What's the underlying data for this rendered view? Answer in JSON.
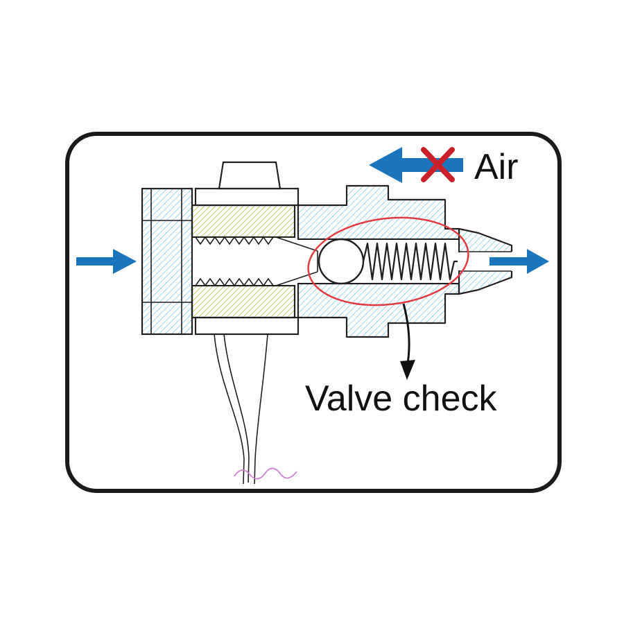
{
  "labels": {
    "air": "Air",
    "valve_check": "Valve check"
  },
  "colors": {
    "frame_black": "#1a1a1a",
    "outline_black": "#231f20",
    "flow_arrow_blue": "#1b75bc",
    "blocked_x_red": "#cb2027",
    "highlight_ellipse_red": "#e23a40",
    "hatch_cyan": "#9fd6e9",
    "hatch_green": "#c3d469",
    "hose_break_pink": "#cf7fd2"
  },
  "flow": {
    "inlet_arrow_direction": "right",
    "outlet_arrow_direction": "right",
    "blocked_arrow_direction": "left"
  }
}
